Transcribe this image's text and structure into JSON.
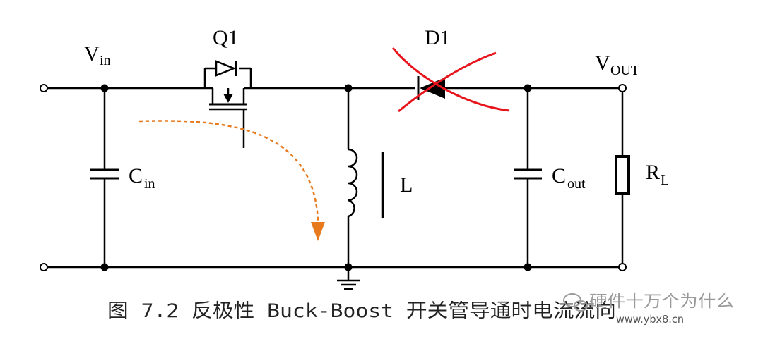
{
  "labels": {
    "vin": "V",
    "vin_sub": "in",
    "q1": "Q1",
    "d1": "D1",
    "vout": "V",
    "vout_sub": "OUT",
    "cin": "C",
    "cin_sub": "in",
    "l": "L",
    "cout": "C",
    "cout_sub": "out",
    "rl": "R",
    "rl_sub": "L"
  },
  "caption": "图 7.2 反极性 Buck-Boost 开关管导通时电流流向",
  "watermark": {
    "text": "硬件十万个为什么",
    "site": "www.ybx8.cn"
  },
  "colors": {
    "wire": "#000000",
    "current_arrow": "#e87a1e",
    "cross_mark": "#e8141c"
  }
}
